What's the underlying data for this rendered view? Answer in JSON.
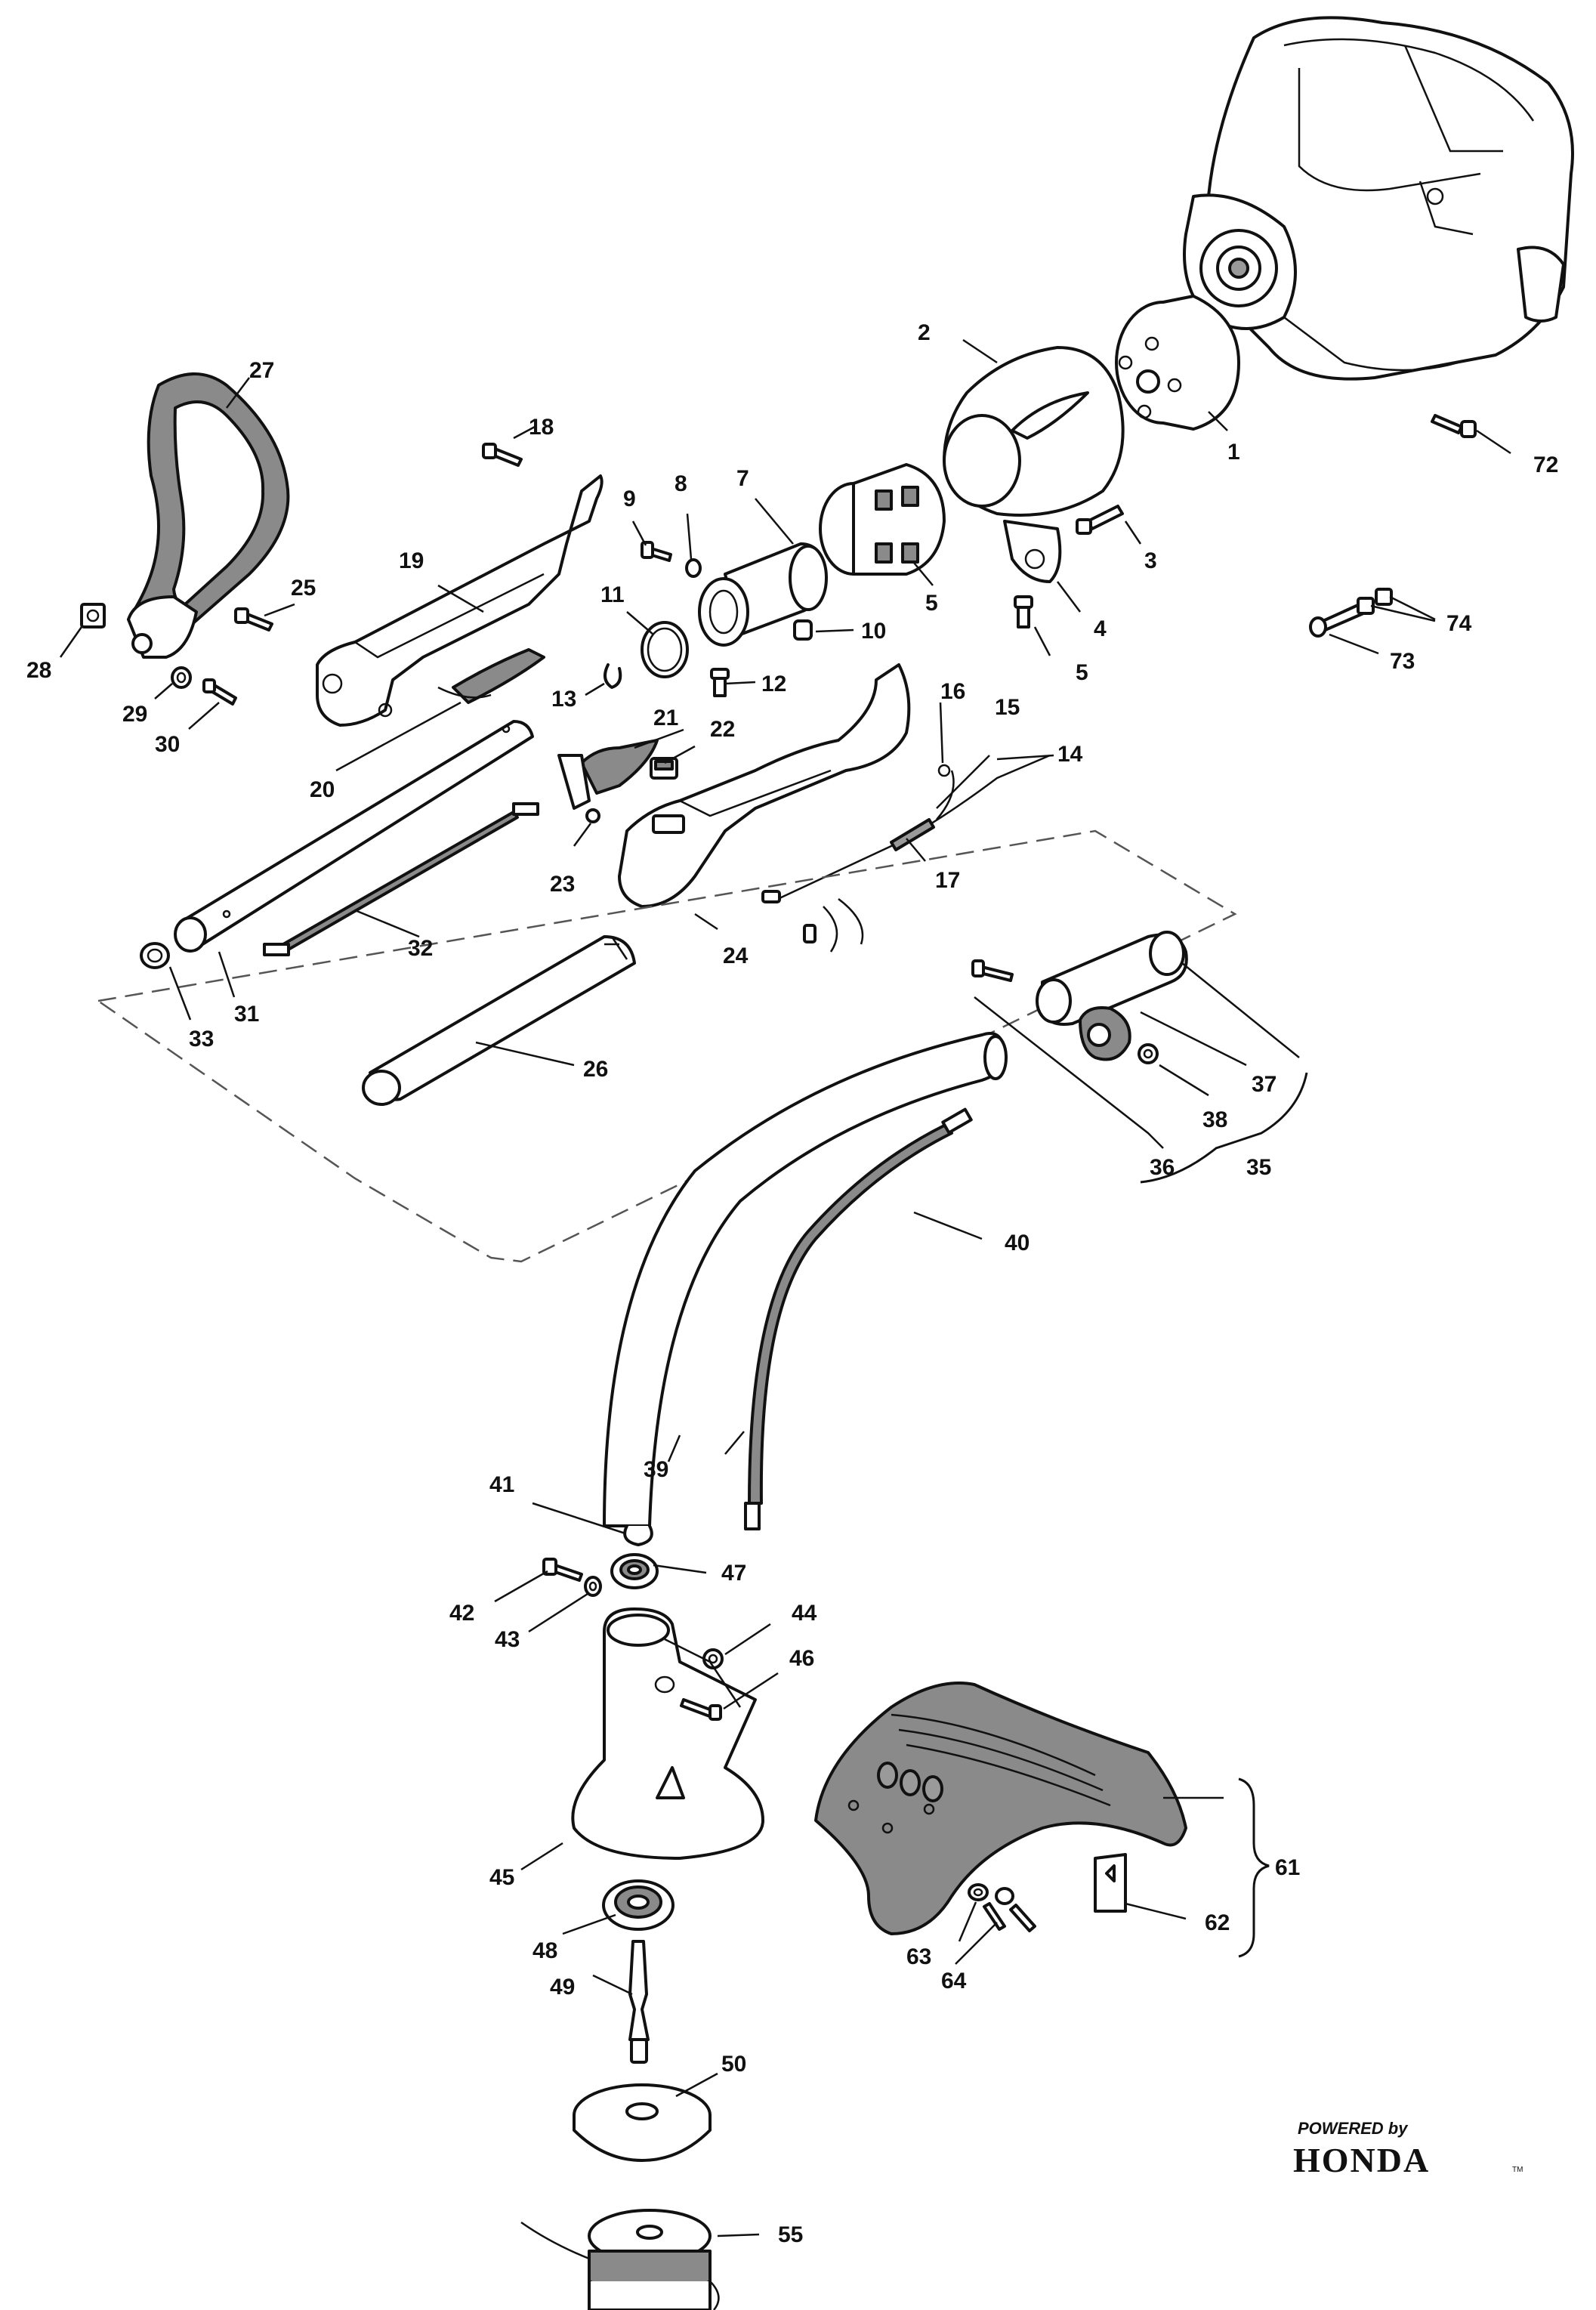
{
  "part_numbers": {
    "p1": "1",
    "p2": "2",
    "p3": "3",
    "p4": "4",
    "p5a": "5",
    "p5b": "5",
    "p7": "7",
    "p8": "8",
    "p9": "9",
    "p10": "10",
    "p11": "11",
    "p12": "12",
    "p13": "13",
    "p14": "14",
    "p15": "15",
    "p16": "16",
    "p17": "17",
    "p18": "18",
    "p19": "19",
    "p20": "20",
    "p21": "21",
    "p22": "22",
    "p23": "23",
    "p24": "24",
    "p25": "25",
    "p26": "26",
    "p27": "27",
    "p28": "28",
    "p29": "29",
    "p30": "30",
    "p31": "31",
    "p32": "32",
    "p33": "33",
    "p35": "35",
    "p36": "36",
    "p37": "37",
    "p38": "38",
    "p39": "39",
    "p40": "40",
    "p41": "41",
    "p42": "42",
    "p43": "43",
    "p44": "44",
    "p45": "45",
    "p46": "46",
    "p47": "47",
    "p48": "48",
    "p49": "49",
    "p50": "50",
    "p55": "55",
    "p61": "61",
    "p62": "62",
    "p63": "63",
    "p64": "64",
    "p72": "72",
    "p73": "73",
    "p74": "74"
  },
  "logo": {
    "powered_by": "POWERED by",
    "brand": "HONDA",
    "trademark": "TM"
  }
}
